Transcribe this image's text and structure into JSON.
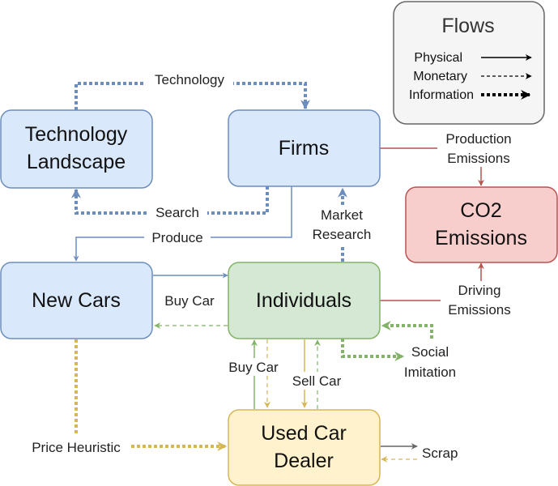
{
  "nodes": {
    "technology_landscape": {
      "lines": [
        "Technology",
        "Landscape"
      ],
      "fill": "#dae8fc",
      "stroke": "#6c8ebf"
    },
    "firms": {
      "lines": [
        "Firms"
      ],
      "fill": "#dae8fc",
      "stroke": "#6c8ebf"
    },
    "co2_emissions": {
      "lines": [
        "CO2",
        "Emissions"
      ],
      "fill": "#f8cecc",
      "stroke": "#b85450"
    },
    "new_cars": {
      "lines": [
        "New Cars"
      ],
      "fill": "#dae8fc",
      "stroke": "#6c8ebf"
    },
    "individuals": {
      "lines": [
        "Individuals"
      ],
      "fill": "#d5e8d4",
      "stroke": "#82b366"
    },
    "used_car_dealer": {
      "lines": [
        "Used Car",
        "Dealer"
      ],
      "fill": "#fff2cc",
      "stroke": "#d6b656"
    }
  },
  "legend": {
    "title": "Flows",
    "physical": "Physical",
    "monetary": "Monetary",
    "information": "Information"
  },
  "edge_labels": {
    "technology": "Technology",
    "search": "Search",
    "produce": "Produce",
    "market_research": [
      "Market",
      "Research"
    ],
    "production_emissions": [
      "Production",
      "Emissions"
    ],
    "driving_emissions": [
      "Driving",
      "Emissions"
    ],
    "buy_car_new": "Buy Car",
    "buy_car_used": "Buy Car",
    "sell_car": "Sell Car",
    "social_imitation": [
      "Social",
      "Imitation"
    ],
    "price_heuristic": "Price Heuristic",
    "scrap": "Scrap"
  },
  "colors": {
    "blue": "#6c8ebf",
    "green": "#82b366",
    "yellow": "#d6b656",
    "red": "#b85450",
    "gray": "#666666",
    "black": "#000000"
  }
}
